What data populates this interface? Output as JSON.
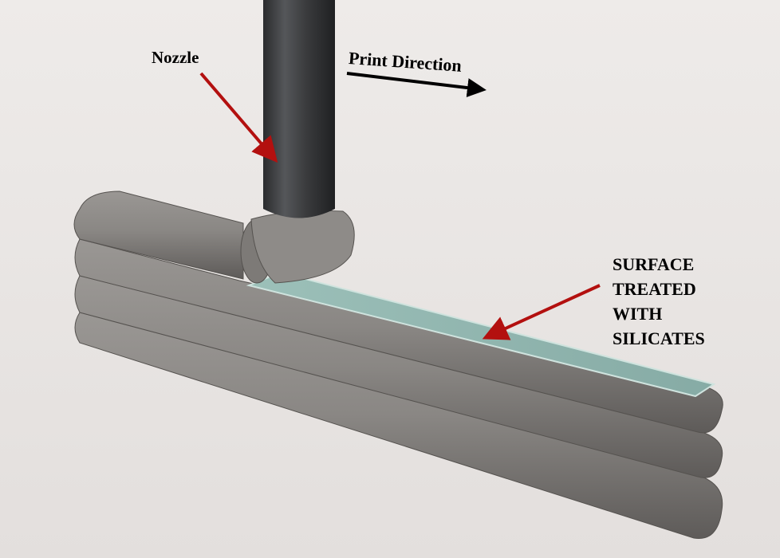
{
  "labels": {
    "nozzle": "Nozzle",
    "print_direction": "Print Direction",
    "surface_treated": [
      "SURFACE",
      "TREATED",
      "WITH",
      "SILICATES"
    ]
  },
  "colors": {
    "background": "#e9e6e4",
    "concrete": "#8c8986",
    "concrete_dark": "#5f5c5a",
    "nozzle": "#3a3b3d",
    "silicate_surface": "#8fb3ad",
    "callout_arrow": "#b3100f",
    "direction_arrow": "#000000"
  }
}
